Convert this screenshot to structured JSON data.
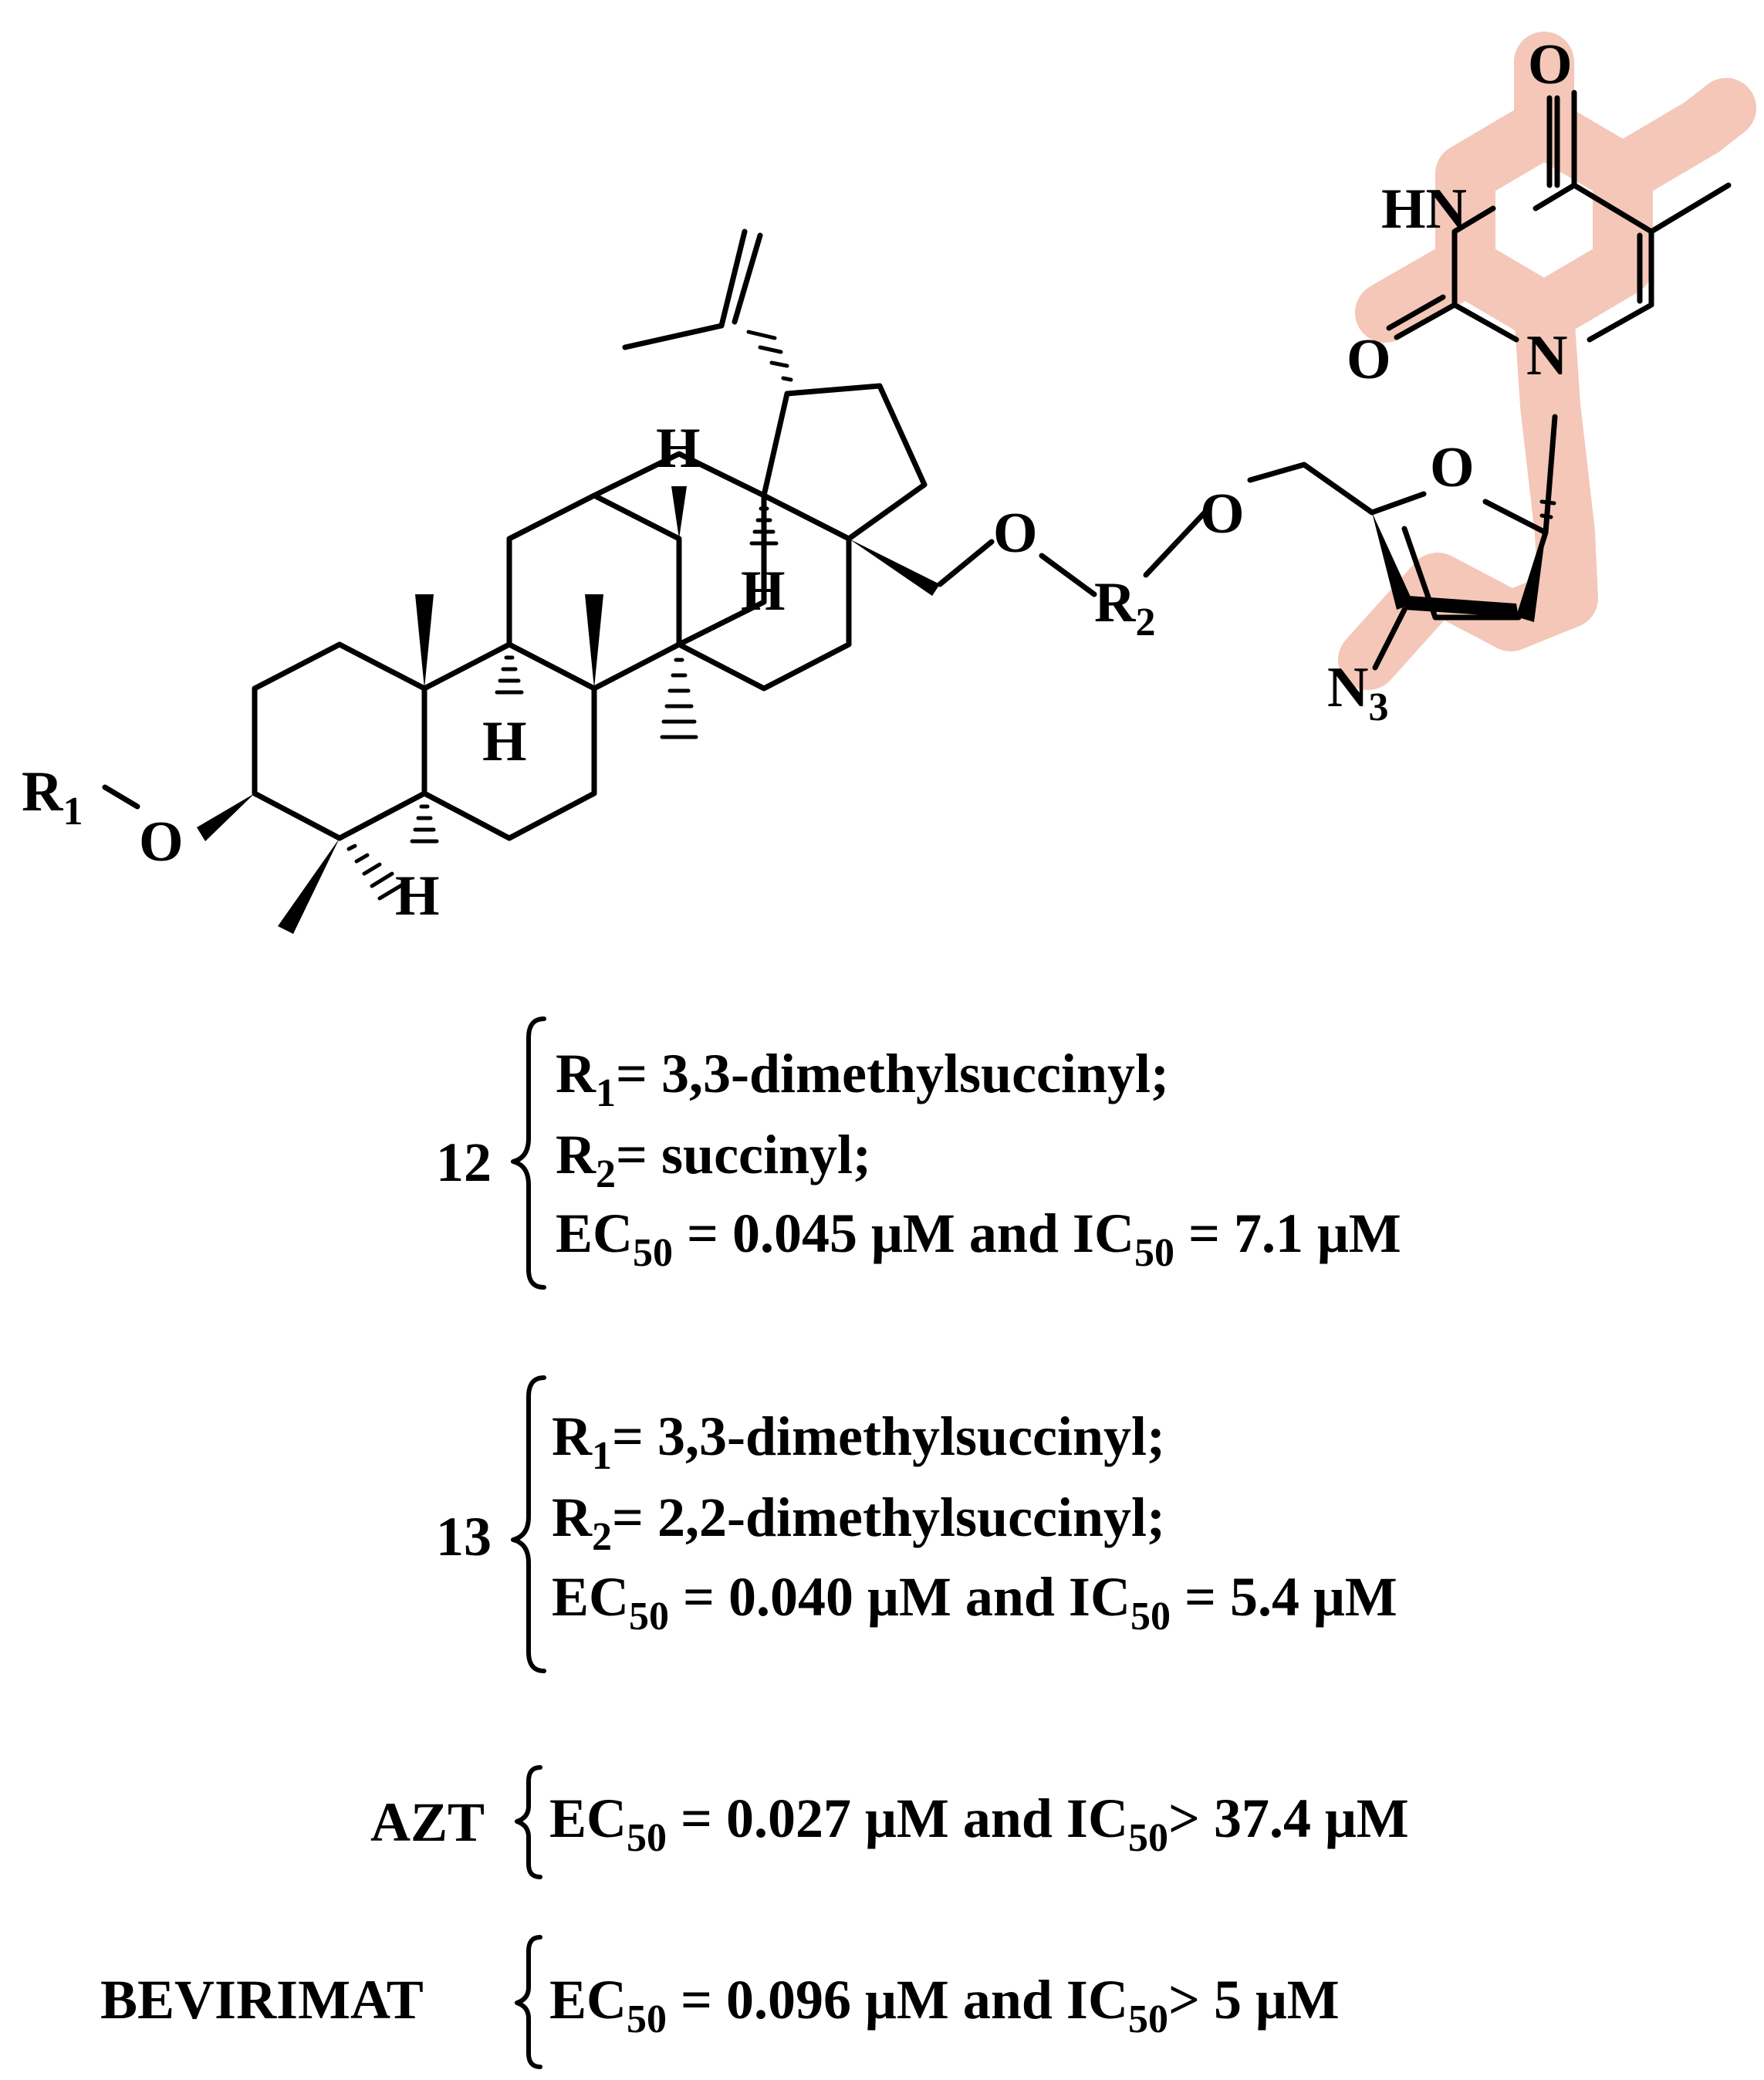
{
  "colors": {
    "highlight": "#f4c7b8",
    "ink": "#000000"
  },
  "structure": {
    "labels": {
      "R1": "R",
      "R1_sub": "1",
      "R2": "R",
      "R2_sub": "2",
      "O_r1": "O",
      "O_link1": "O",
      "O_link2": "O",
      "O_ring": "O",
      "O_carbonyl_top": "O",
      "O_carbonyl_left": "O",
      "HN": "HN",
      "N_ring": "N",
      "N3": "N",
      "N3_sub": "3",
      "H_c5": "H",
      "H_c9": "H",
      "H_c13_top": "H",
      "H_c14": "H"
    }
  },
  "compounds": [
    {
      "id": "12",
      "lines": [
        {
          "a": "R",
          "sub": "1",
          "b": "= 3,3-dimethylsuccinyl;"
        },
        {
          "a": "R",
          "sub": "2",
          "b": "= succinyl;"
        },
        {
          "a": "EC",
          "sub": "50",
          "b": " = 0.045 μM and IC",
          "sub2": "50",
          "c": " = 7.1 μM"
        }
      ]
    },
    {
      "id": "13",
      "lines": [
        {
          "a": "R",
          "sub": "1",
          "b": "= 3,3-dimethylsuccinyl;"
        },
        {
          "a": "R",
          "sub": "2",
          "b": "= 2,2-dimethylsuccinyl;"
        },
        {
          "a": "EC",
          "sub": "50",
          "b": " = 0.040 μM and IC",
          "sub2": "50",
          "c": " = 5.4 μM"
        }
      ]
    }
  ],
  "references": [
    {
      "name": "AZT",
      "a": "EC",
      "sub": "50",
      "b": " = 0.027 μM and IC",
      "sub2": "50",
      "c": "> 37.4 μM"
    },
    {
      "name": "BEVIRIMAT",
      "a": "EC",
      "sub": "50",
      "b": " = 0.096 μM and IC",
      "sub2": "50",
      "c": "> 5 μM"
    }
  ]
}
